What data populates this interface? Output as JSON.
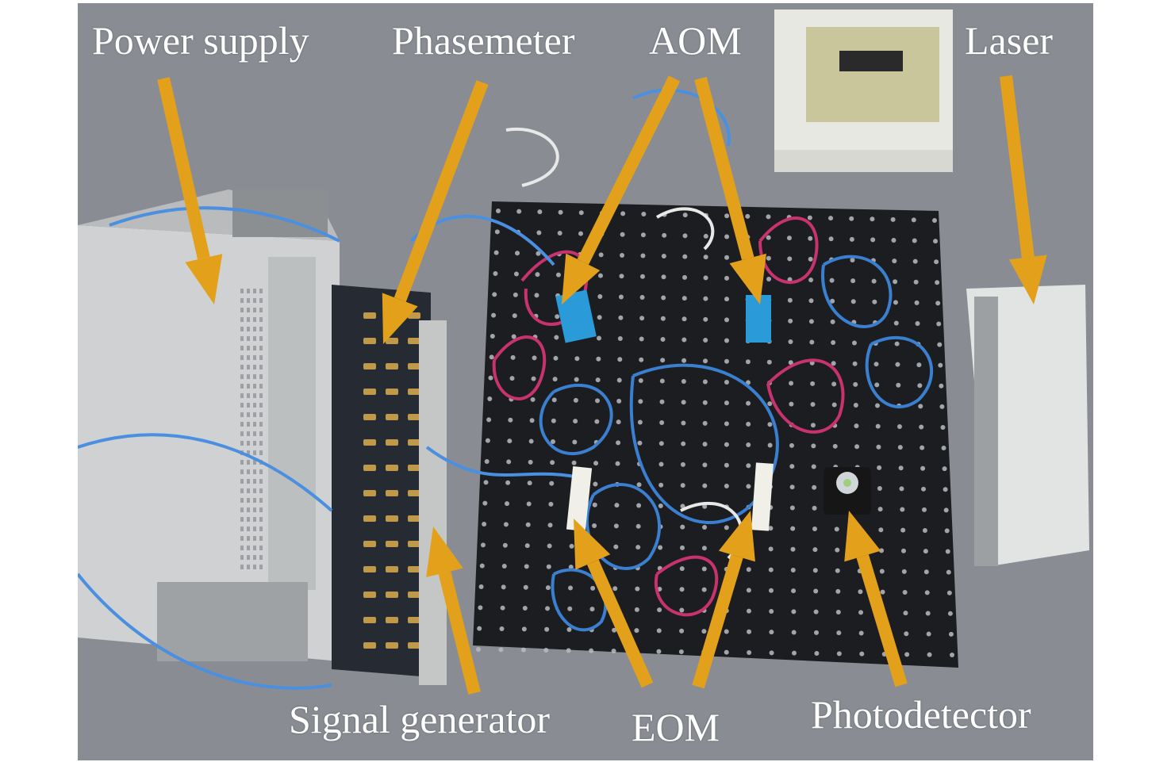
{
  "figure": {
    "labels": {
      "power_supply": "Power supply",
      "phasemeter": "Phasemeter",
      "aom": "AOM",
      "laser": "Laser",
      "signal_generator": "Signal generator",
      "eom": "EOM",
      "photodetector": "Photodetector"
    },
    "colors": {
      "arrow": "#e3a11b",
      "floor": "#8d9196",
      "breadboard": "#1c1d20",
      "fiber_blue": "#3a7fd0",
      "fiber_red": "#c8326e",
      "instrument_body": "#c9cbcc",
      "aom_body": "#2a9ad8"
    }
  }
}
